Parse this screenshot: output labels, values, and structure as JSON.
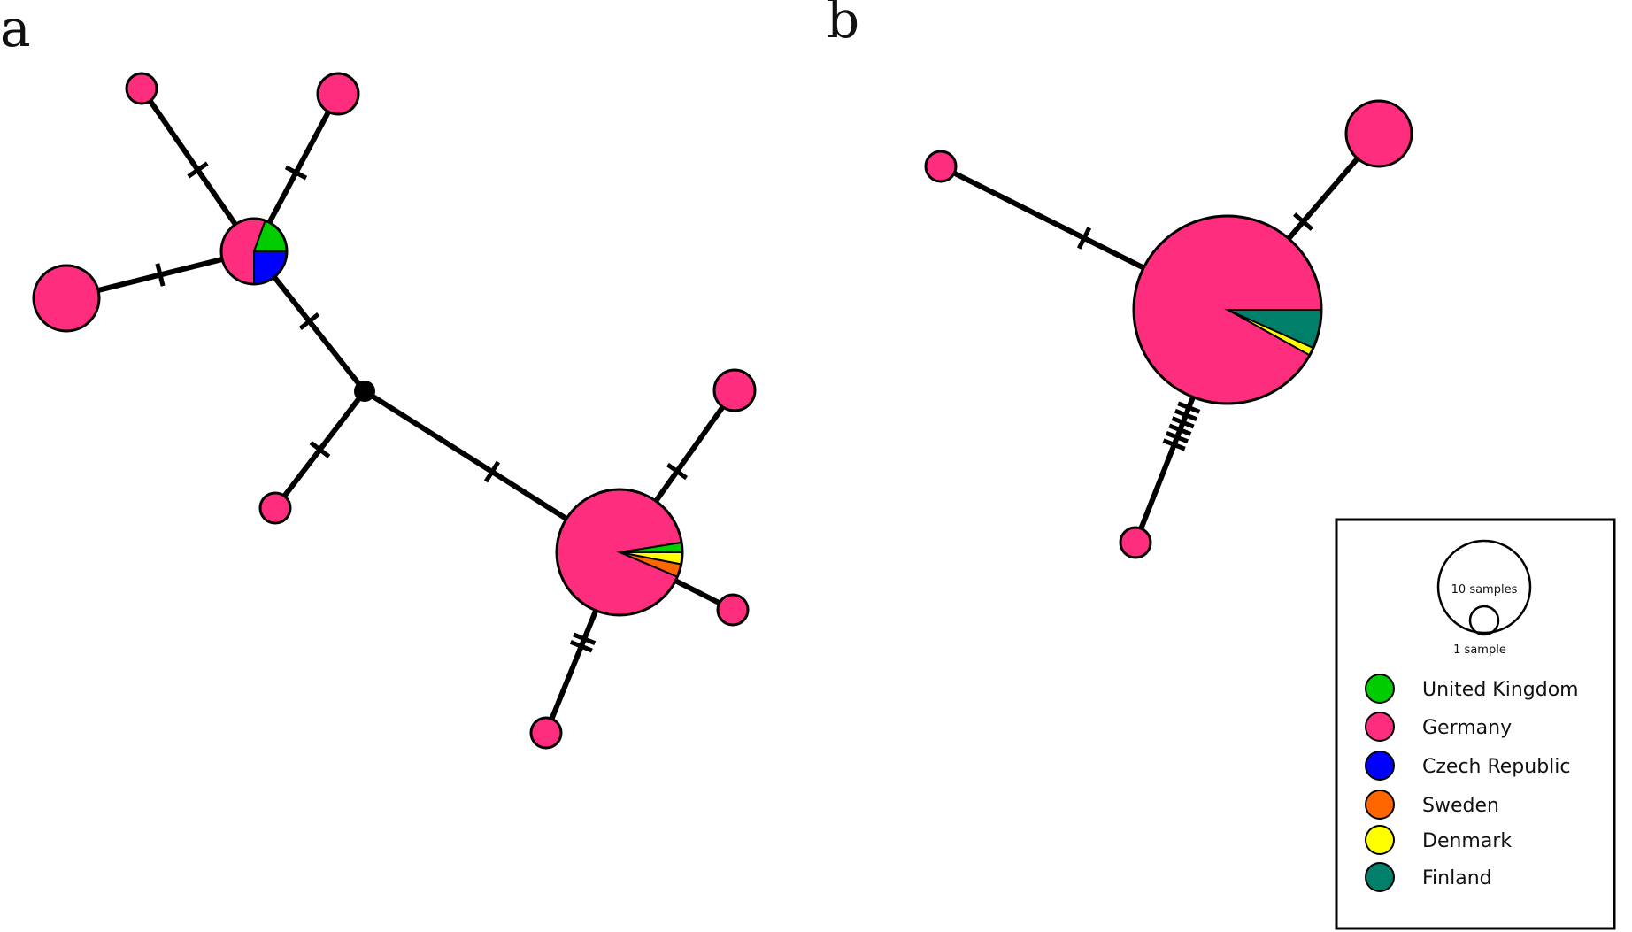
{
  "panels": [
    {
      "id": "a",
      "label": "a"
    },
    {
      "id": "b",
      "label": "b"
    }
  ],
  "colors": {
    "United Kingdom": "#00cc00",
    "Germany": "#ff2d7e",
    "Czech Republic": "#0000ff",
    "Sweden": "#ff6600",
    "Denmark": "#ffff00",
    "Finland": "#00806a",
    "median": "#000000"
  },
  "legend": {
    "size_large_label": "10 samples",
    "size_small_label": "1 sample",
    "countries": [
      "United Kingdom",
      "Germany",
      "Czech Republic",
      "Sweden",
      "Denmark",
      "Finland"
    ]
  }
}
